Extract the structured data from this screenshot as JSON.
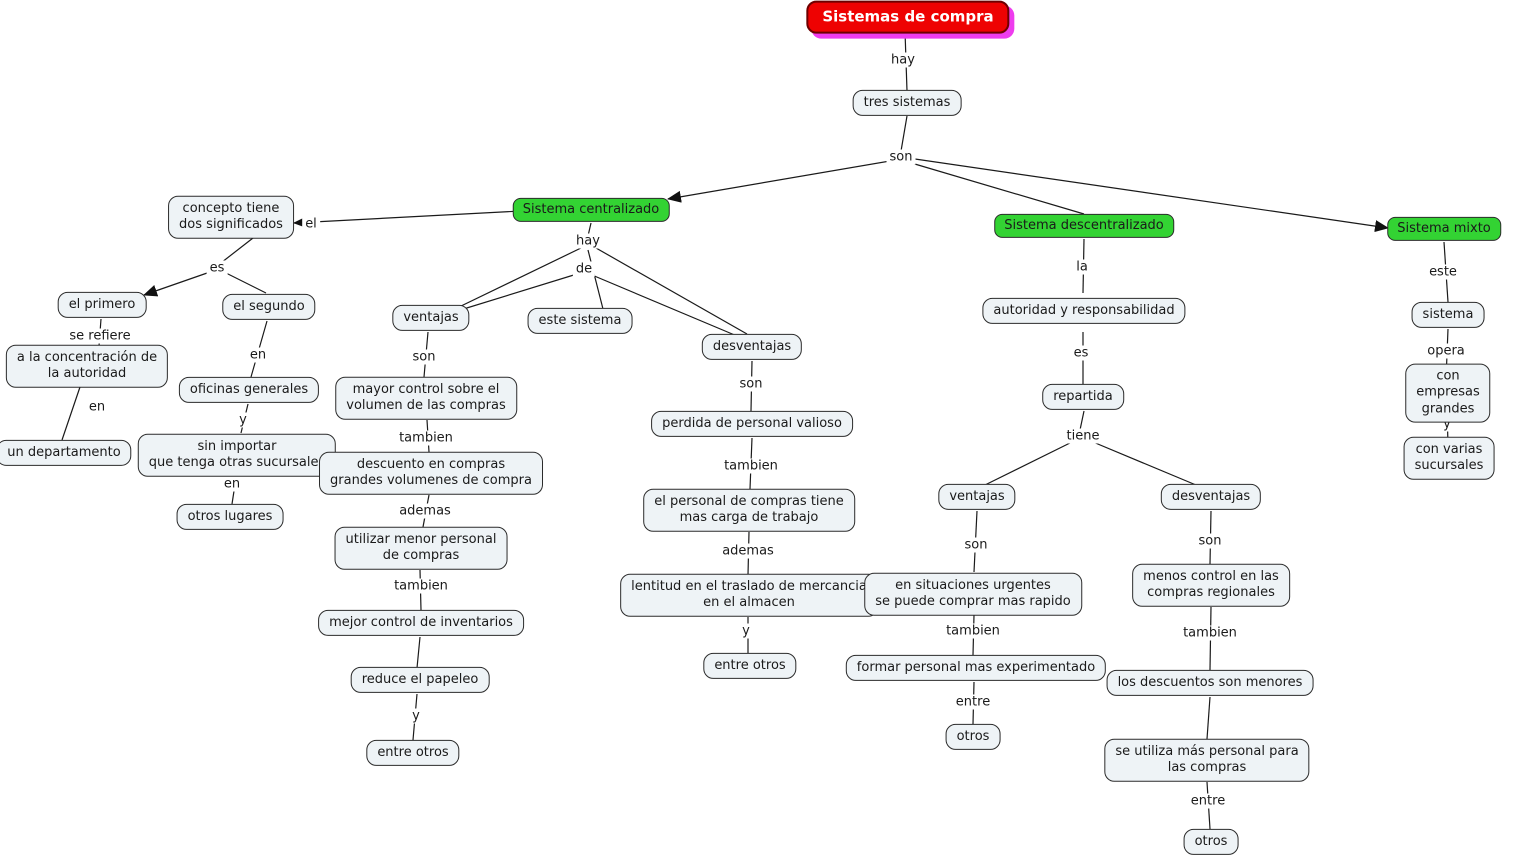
{
  "title": "Sistemas de compra",
  "colors": {
    "bg": "#ffffff",
    "node_bg": "#eef3f6",
    "node_border": "#2b2b2b",
    "system_bg": "#33d333",
    "root_bg": "#ee0202",
    "root_shadow": "#ee3cee",
    "line": "#1a1a1a",
    "text": "#1a1a1a"
  },
  "nodes": {
    "root": "Sistemas de compra",
    "tres_sistemas": "tres sistemas",
    "sistema_centralizado": "Sistema centralizado",
    "sistema_descentralizado": "Sistema descentralizado",
    "sistema_mixto": "Sistema mixto",
    "concepto": "concepto tiene\ndos significados",
    "el_primero": "el primero",
    "el_segundo": "el segundo",
    "concentracion": "a la concentración de\nla autoridad",
    "un_departamento": "un departamento",
    "oficinas_generales": "oficinas generales",
    "sin_importar": "sin importar\nque tenga otras sucursales",
    "otros_lugares": "otros lugares",
    "ventajas_c": "ventajas",
    "este_sistema": "este sistema",
    "desventajas_c": "desventajas",
    "mayor_control": "mayor control sobre el\nvolumen de las compras",
    "descuento": "descuento en compras\ngrandes volumenes de compra",
    "utilizar_menor": "utilizar menor personal\nde compras",
    "mejor_control": "mejor control de inventarios",
    "reduce_papeleo": "reduce el papeleo",
    "entre_otros_v": "entre otros",
    "perdida": "perdida de personal valioso",
    "carga_trabajo": "el personal de compras tiene\nmas carga de trabajo",
    "lentitud": "lentitud en el traslado de mercancia\nen el almacen",
    "entre_otros_d": "entre otros",
    "autoridad": "autoridad y responsabilidad",
    "repartida": "repartida",
    "ventajas_dc": "ventajas",
    "desventajas_dc": "desventajas",
    "situaciones": "en situaciones urgentes\nse puede comprar mas rapido",
    "formar": "formar personal mas experimentado",
    "otros_v": "otros",
    "menos_control": "menos control en las\ncompras regionales",
    "descuentos_menores": "los descuentos son menores",
    "mas_personal": "se utiliza más personal para\nlas compras",
    "otros_d": "otros",
    "sistema": "sistema",
    "empresas_grandes": "con empresas grandes",
    "varias_sucursales": "con varias sucursales"
  },
  "labels": {
    "hay_root": "hay",
    "son_root": "son",
    "el": "el",
    "es_concepto": "es",
    "se_refiere": "se refiere",
    "en_depto": "en",
    "en_oficinas": "en",
    "y_oficinas": "y",
    "en_otros": "en",
    "hay_c": "hay",
    "de_c": "de",
    "son_vc": "son",
    "tambien_vc1": "tambien",
    "ademas_vc": "ademas",
    "tambien_vc2": "tambien",
    "y_vc": "y",
    "son_dc": "son",
    "tambien_dc1": "tambien",
    "ademas_dc": "ademas",
    "y_dc": "y",
    "la": "la",
    "es_desc": "es",
    "tiene": "tiene",
    "son_vd": "son",
    "tambien_vd": "tambien",
    "entre_vd": "entre",
    "son_dd": "son",
    "tambien_dd": "tambien",
    "entre_dd": "entre",
    "este": "este",
    "opera": "opera",
    "y_mixto": "y"
  }
}
